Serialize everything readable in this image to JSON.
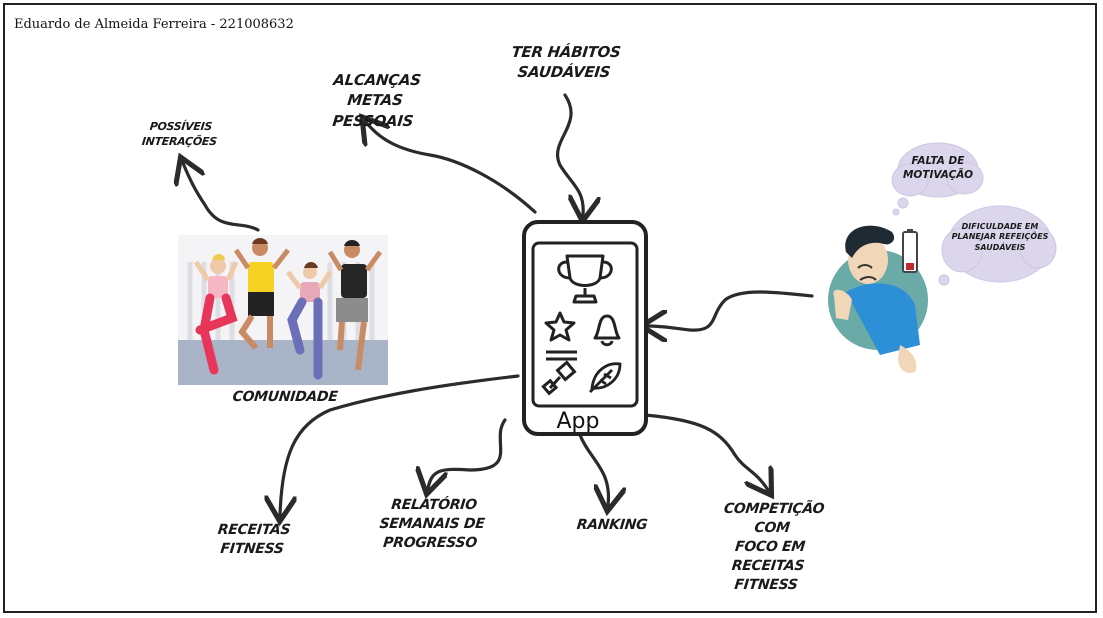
{
  "author": "Eduardo de Almeida Ferreira - 221008632",
  "center": {
    "label": "App"
  },
  "outputs": {
    "habits": "TER HÁBITOS\nSAUDÁVEIS",
    "goals": "ALCANÇAS METAS\nPESSOAIS",
    "interactions": "POSSÍVEIS\nINTERAÇÕES",
    "community": "COMUNIDADE",
    "recipes": "RECEITAS FITNESS",
    "reports": "RELATÓRIO\nSEMANAIS DE\nPROGRESSO",
    "ranking": "RANKING",
    "competition": "COMPETIÇÃO COM\nFOCO EM RECEITAS\nFITNESS"
  },
  "problems": {
    "motivation": "FALTA DE\nMOTIVAÇÃO",
    "planning": "DIFICULDADE EM\nPLANEJAR REFEIÇÕES\nSAUDÁVEIS"
  },
  "colors": {
    "stroke": "#2b2b2b",
    "bubble": "#dcd6ec",
    "battery_red": "#c0282d",
    "person_circle": "#6aaba7",
    "shirt": "#2d8fd6"
  },
  "icons": [
    "trophy-icon",
    "star-icon",
    "bell-icon",
    "dumbbell-icon",
    "leaf-icon"
  ]
}
